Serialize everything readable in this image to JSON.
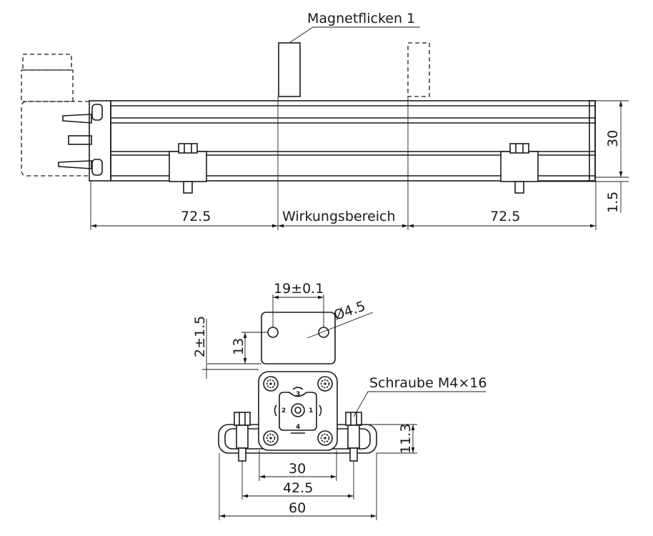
{
  "top_view": {
    "magnet_label": "Magnetflicken 1",
    "dim_left": "72.5",
    "dim_center": "Wirkungsbereich",
    "dim_right": "72.5",
    "dim_height": "30",
    "dim_offset": "1.5"
  },
  "end_view": {
    "dim_hole_spacing": "19±0.1",
    "dim_hole_diameter": "Ø4.5",
    "dim_gap": "2±1.5",
    "dim_hole_height": "13",
    "screw_label": "Schraube M4×16",
    "dim_clamp_height": "11.3",
    "dim_width_30": "30",
    "dim_width_42_5": "42.5",
    "dim_width_60": "60",
    "pin_labels": [
      "1",
      "2",
      "3",
      "4"
    ]
  }
}
